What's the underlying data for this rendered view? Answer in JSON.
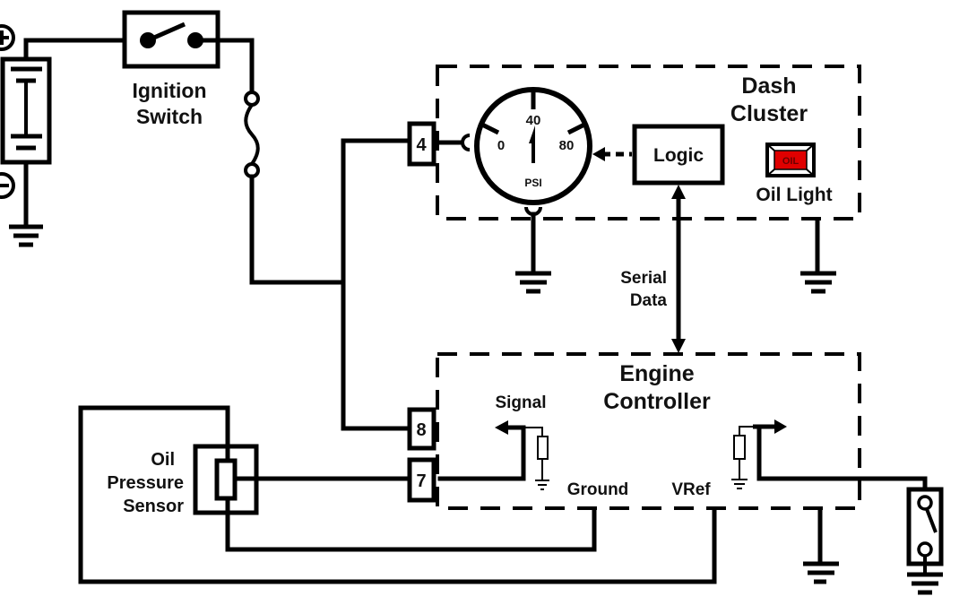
{
  "diagram": {
    "battery": {
      "positive_symbol": "+",
      "negative_symbol": "−"
    },
    "ignition_switch": {
      "label_line1": "Ignition",
      "label_line2": "Switch"
    },
    "dash_cluster": {
      "title_line1": "Dash",
      "title_line2": "Cluster",
      "connector_pin": "4",
      "gauge": {
        "ticks": [
          "0",
          "40",
          "80"
        ],
        "unit": "PSI"
      },
      "logic_label": "Logic",
      "oil_light": {
        "lamp_text": "OIL",
        "label": "Oil Light",
        "lamp_color": "#e00000"
      }
    },
    "serial_data": {
      "label_line1": "Serial",
      "label_line2": "Data"
    },
    "engine_controller": {
      "title_line1": "Engine",
      "title_line2": "Controller",
      "pins": [
        "8",
        "7"
      ],
      "signal_label": "Signal",
      "ground_label": "Ground",
      "vref_label": "VRef"
    },
    "oil_pressure_sensor": {
      "label_line1": "Oil",
      "label_line2": "Pressure",
      "label_line3": "Sensor"
    }
  }
}
